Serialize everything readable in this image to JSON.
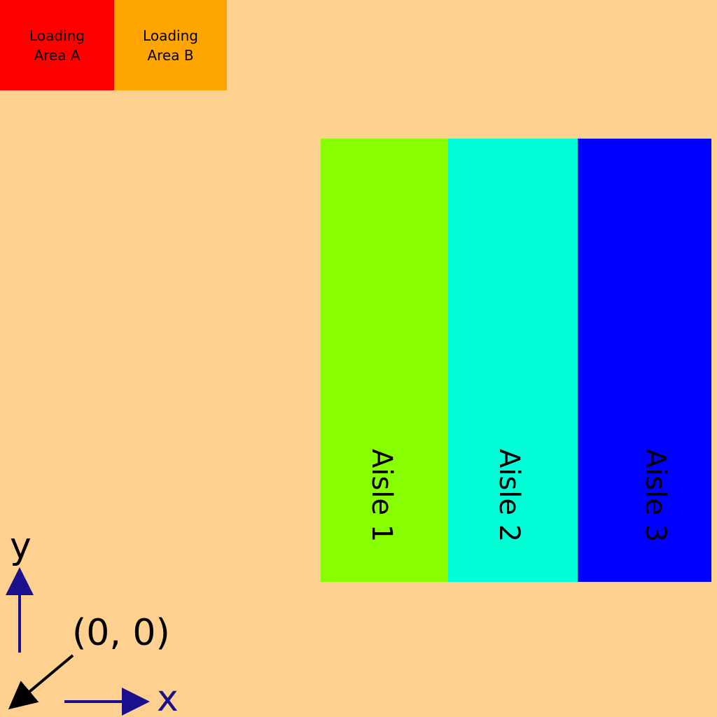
{
  "loading_areas": [
    {
      "label": "Loading\nArea A",
      "color": "#ff0000"
    },
    {
      "label": "Loading\nArea B",
      "color": "#ffa500"
    }
  ],
  "aisles": [
    {
      "label": "Aisle 1",
      "color": "#87ff00"
    },
    {
      "label": "Aisle 2",
      "color": "#00ffd7"
    },
    {
      "label": "Aisle 3",
      "color": "#0000ff"
    }
  ],
  "axes": {
    "y_label": "y",
    "x_label": "x",
    "origin_label": "(0, 0)",
    "arrow_color": "#1a0f8c"
  },
  "background_color": "#ffd190"
}
